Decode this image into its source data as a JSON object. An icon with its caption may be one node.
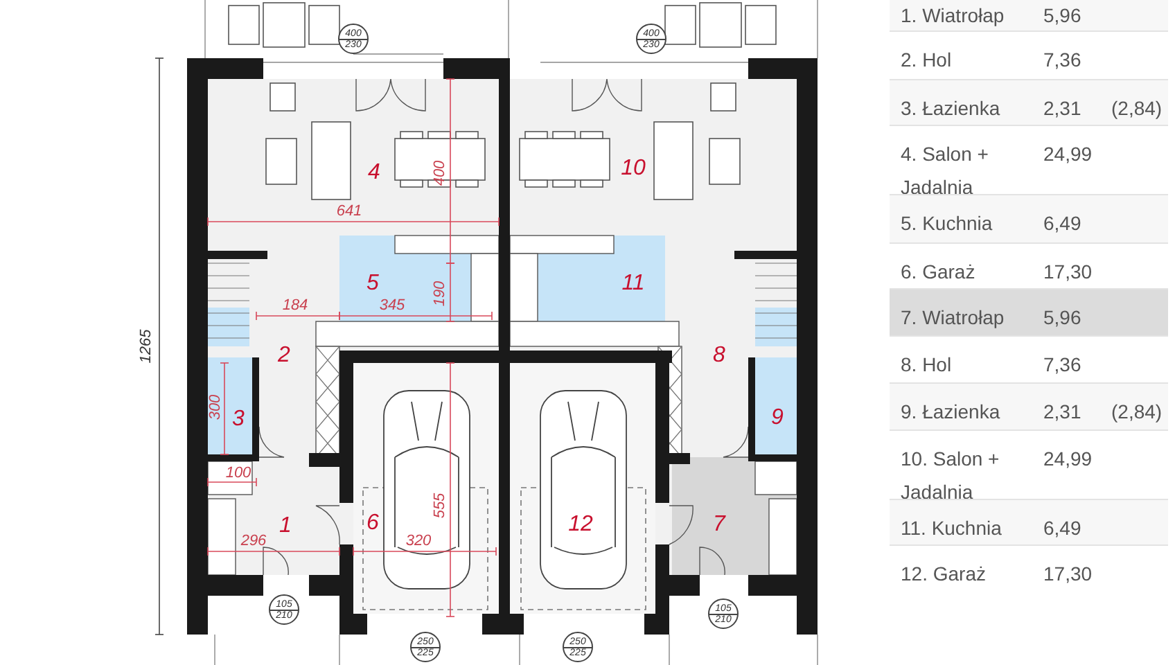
{
  "diagram": {
    "labels": [
      "400",
      "230",
      "400",
      "230",
      "4",
      "400",
      "10",
      "641",
      "5",
      "11",
      "184",
      "345",
      "190",
      "1265",
      "2",
      "8",
      "300",
      "3",
      "9",
      "100",
      "1",
      "296",
      "6",
      "320",
      "555",
      "12",
      "7",
      "105",
      "210",
      "105",
      "210",
      "250",
      "225",
      "250",
      "225",
      "1. Wiatrołap",
      "5,96",
      "2. Hol",
      "7,36",
      "3. Łazienka",
      "2,31",
      "(2,84)",
      "4. Salon + Jadalnia",
      "24,99",
      "5. Kuchnia",
      "6,49",
      "6. Garaż",
      "17,30",
      "7. Wiatrołap",
      "5,96",
      "8. Hol",
      "7,36",
      "9. Łazienka",
      "2,31",
      "(2,84)",
      "10. Salon + Jadalnia",
      "24,99",
      "11. Kuchnia",
      "6,49",
      "12. Garaż",
      "17,30"
    ]
  }
}
